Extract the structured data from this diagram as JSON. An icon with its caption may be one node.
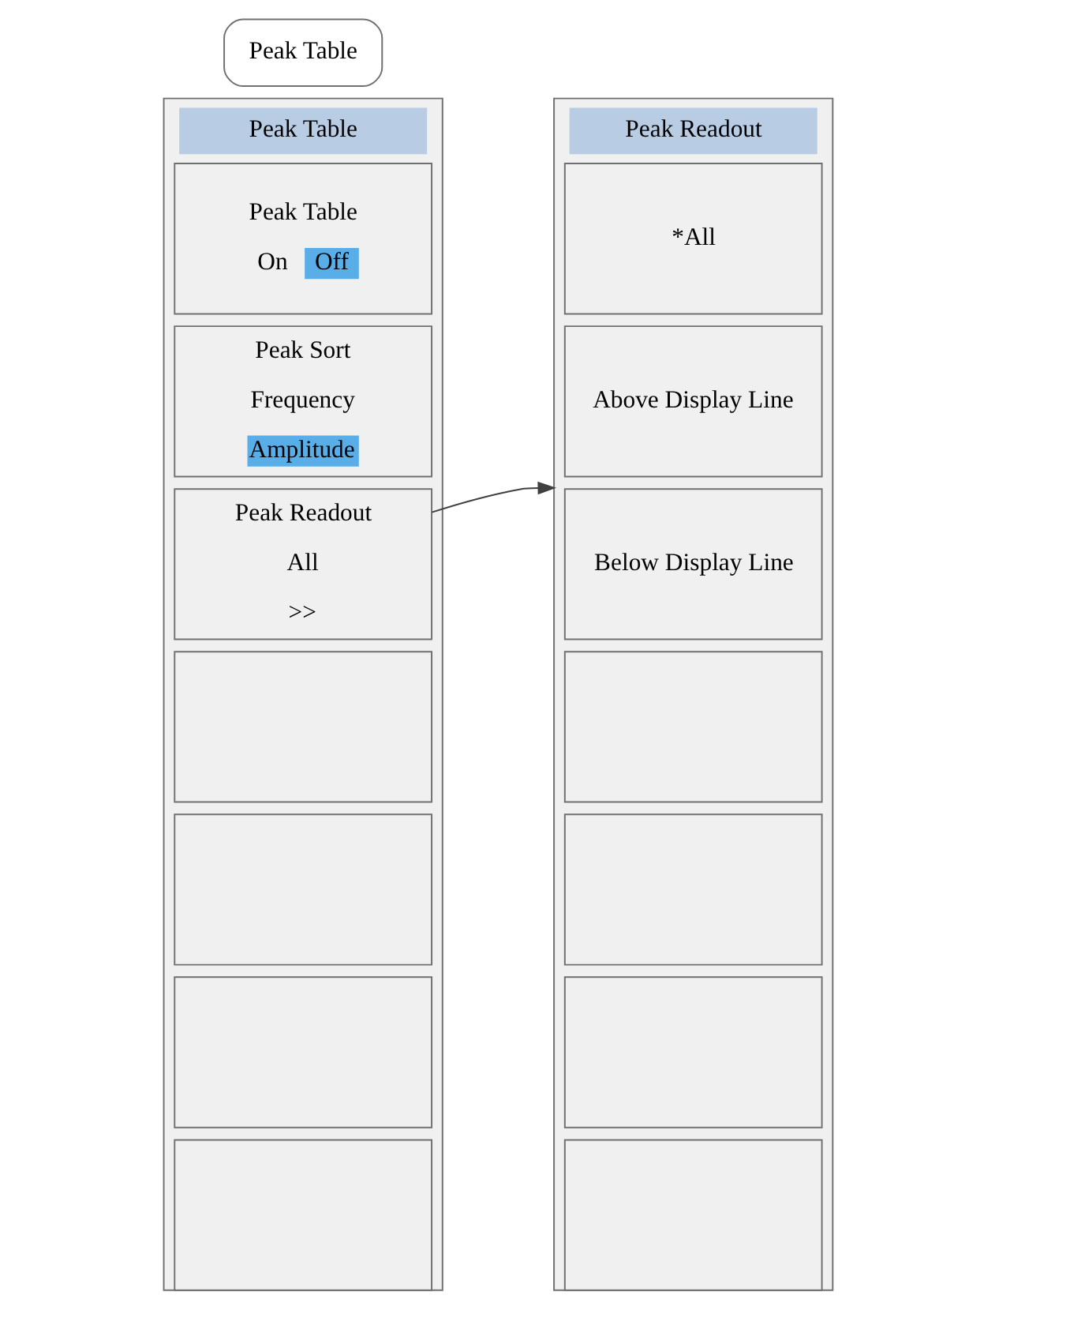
{
  "diagram": {
    "nodes": [
      {
        "text": [
          "Peak Table"
        ]
      },
      {
        "text": [
          "Peak Table"
        ]
      },
      {
        "text": [
          "Peak Table",
          "On",
          "Off"
        ],
        "in": 1
      },
      {
        "text": [
          "Peak Sort",
          "Frequency",
          "Amplitude"
        ],
        "in": 1
      },
      {
        "text": [
          "Peak Readout",
          "All",
          ">>"
        ],
        "in": 1
      },
      {
        "text": [],
        "shape": "box",
        "in": 1
      },
      {
        "text": [],
        "shape": "box",
        "in": 1
      },
      {
        "text": [],
        "shape": "box",
        "in": 1
      },
      {
        "text": [],
        "shape": "box",
        "in": 1
      },
      {
        "text": [
          "Peak Readout"
        ]
      },
      {
        "text": [
          "*All"
        ],
        "in": 9
      },
      {
        "text": [
          "Above Display Line"
        ],
        "in": 9
      },
      {
        "text": [
          "Below Display Line"
        ],
        "in": 9
      },
      {
        "text": [],
        "shape": "box",
        "in": 9
      },
      {
        "text": [],
        "shape": "box",
        "in": 9
      },
      {
        "text": [],
        "shape": "box",
        "in": 9
      },
      {
        "text": [],
        "shape": "box",
        "in": 9
      }
    ],
    "edges": [
      {
        "from": 4,
        "to": 9,
        "arrow": "to"
      }
    ]
  }
}
